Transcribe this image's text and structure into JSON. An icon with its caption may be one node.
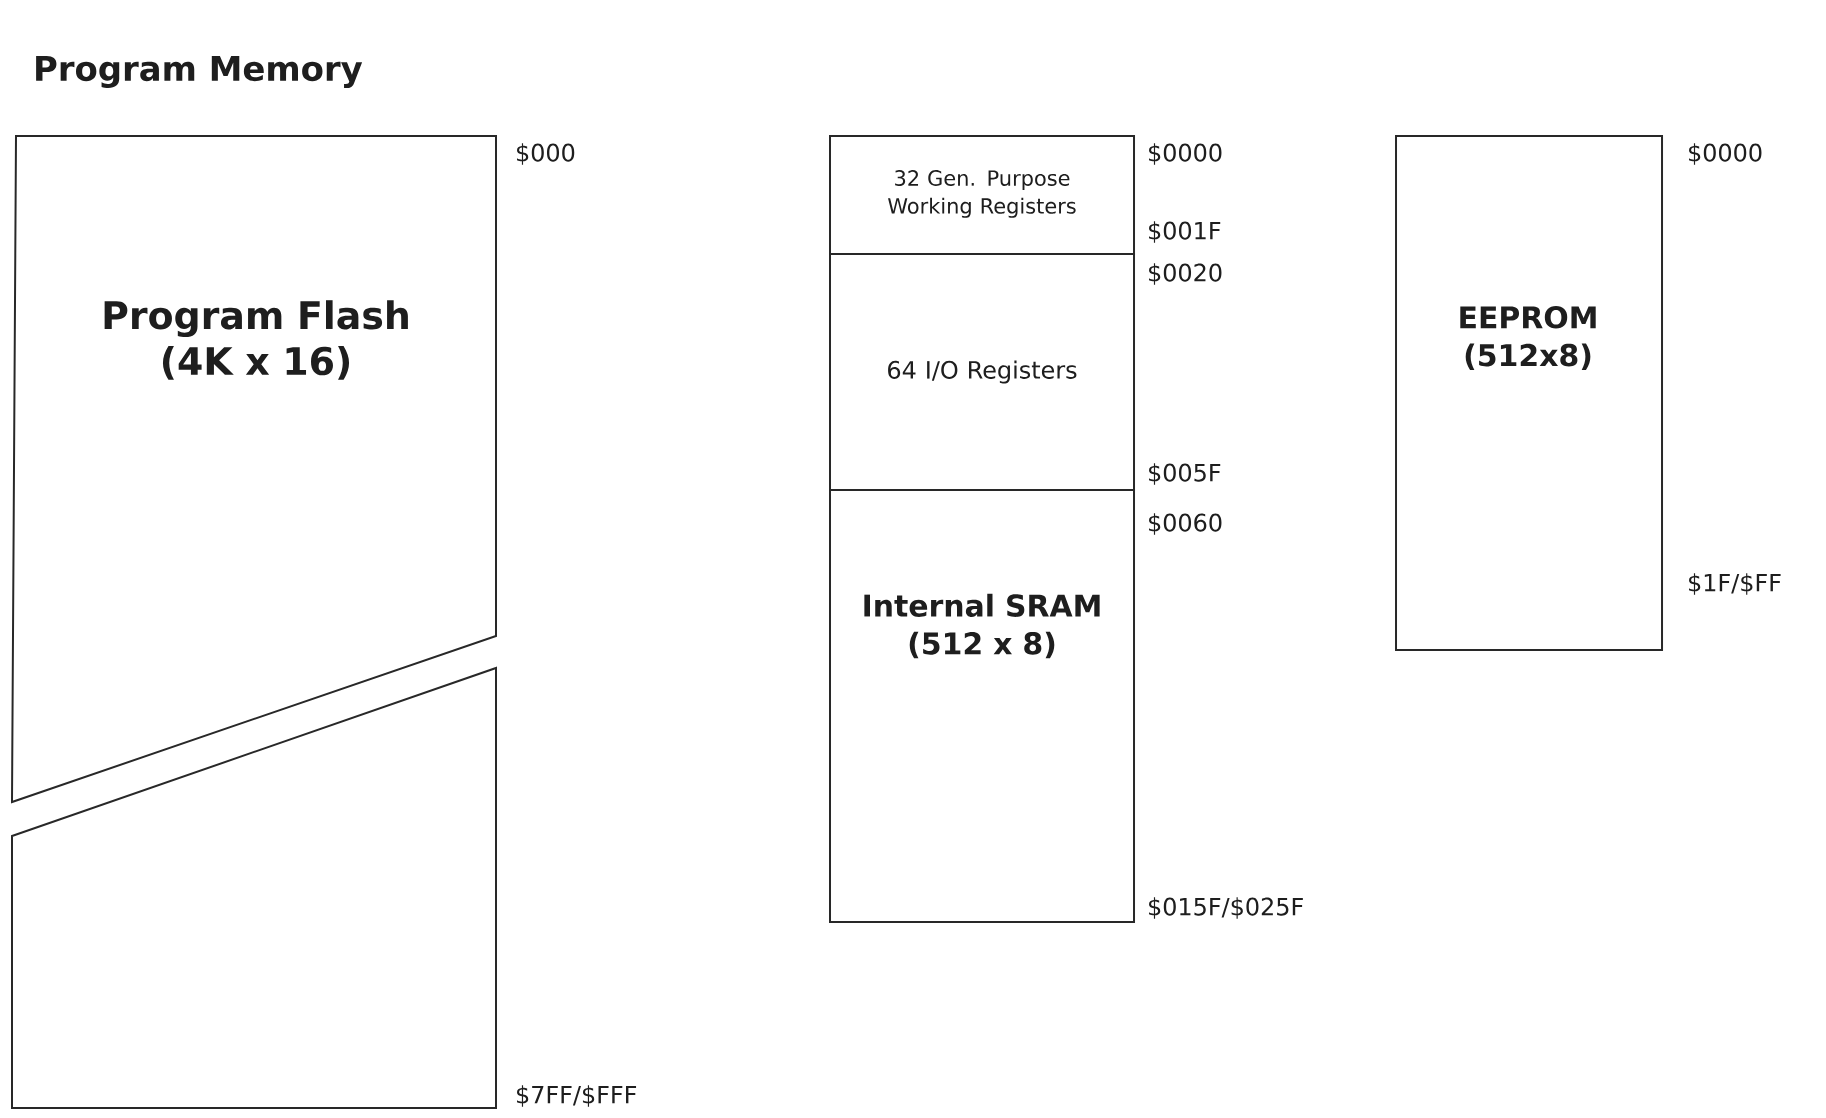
{
  "diagram": {
    "title": "Program Memory",
    "nodes": [
      {
        "text": [
          "Program Flash (4K x 16)"
        ],
        "beside": [
          "$000"
        ]
      },
      {
        "text": [],
        "shape": "box",
        "beside": [
          "$7FF/$FFF"
        ]
      },
      {
        "text": [
          "32 Gen. Purpose Working Registers"
        ],
        "beside": [
          "$0000",
          "$001F"
        ]
      },
      {
        "text": [
          "64 I/O Registers"
        ],
        "beside": [
          "$0020",
          "$005F"
        ]
      },
      {
        "text": [
          "Internal SRAM (512 x 8)"
        ],
        "beside": [
          "$0060",
          "$015F/$025F"
        ]
      },
      {
        "text": [
          "EEPROM (512x8)"
        ],
        "beside": [
          "$0000",
          "$1F/$FF"
        ]
      }
    ]
  }
}
